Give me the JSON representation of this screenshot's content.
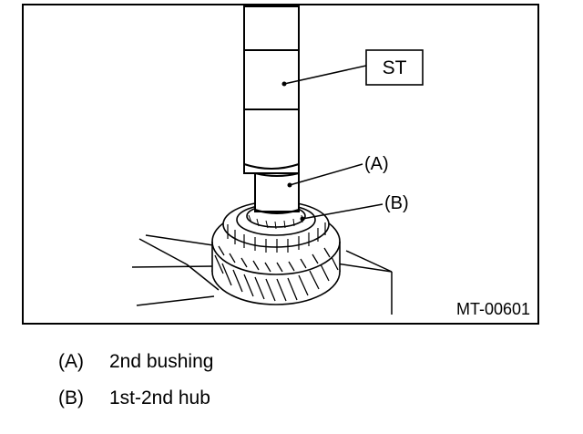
{
  "figure": {
    "code": "MT-00601",
    "callouts": {
      "st": "ST",
      "a": "(A)",
      "b": "(B)"
    }
  },
  "legend": [
    {
      "key": "(A)",
      "text": "2nd bushing"
    },
    {
      "key": "(B)",
      "text": "1st-2nd hub"
    }
  ]
}
